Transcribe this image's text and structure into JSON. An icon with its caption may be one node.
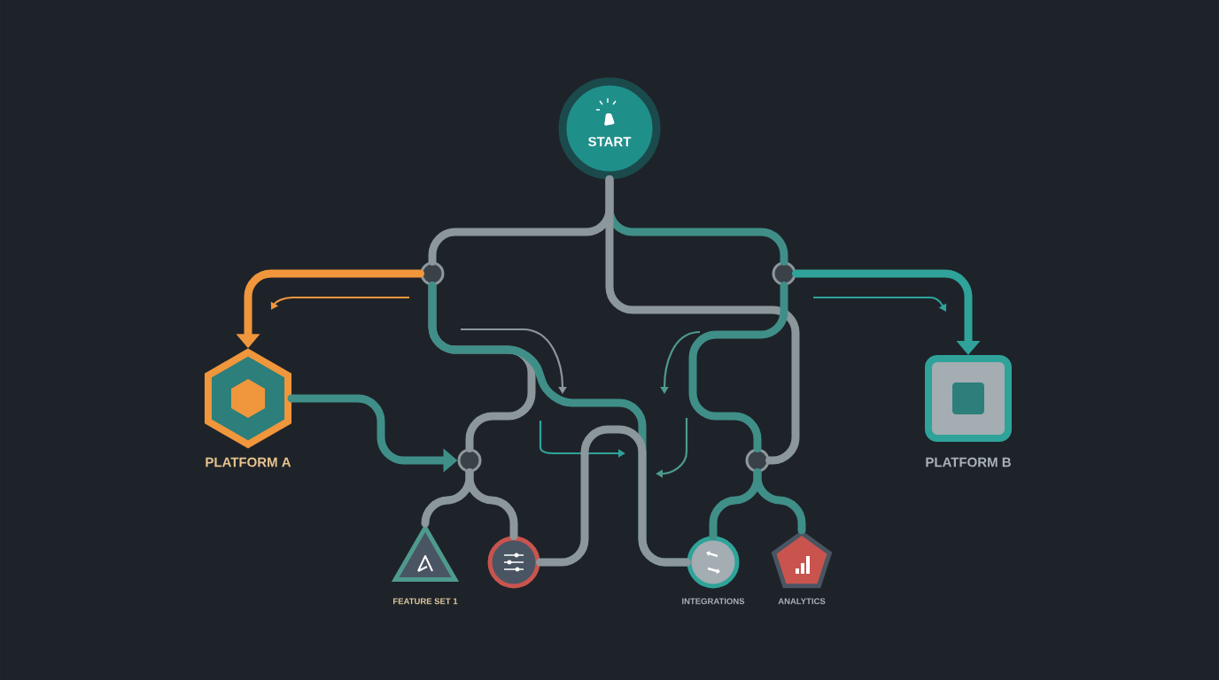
{
  "diagram": {
    "nodes": [
      {
        "text": [
          "START"
        ]
      },
      {
        "text": [],
        "shape": "circle"
      },
      {
        "text": [],
        "shape": "circle"
      },
      {
        "text": [
          "PLATFORM A"
        ]
      },
      {
        "text": [
          "PLATFORM B"
        ]
      },
      {
        "text": [],
        "shape": "circle"
      },
      {
        "text": [],
        "shape": "circle"
      },
      {
        "text": [
          "FEATURE SET 1"
        ]
      },
      {
        "text": [],
        "shape": "circle"
      },
      {
        "text": [
          "INTEGRATIONS"
        ]
      },
      {
        "text": [
          "ANALYTICS"
        ]
      }
    ],
    "edges": [
      {
        "from": 0,
        "to": 1,
        "arrow": "none"
      },
      {
        "from": 0,
        "to": 2,
        "arrow": "none",
        "color": "#3f8f88"
      },
      {
        "from": 1,
        "to": 3,
        "arrow": "to",
        "color": "#f0963c"
      },
      {
        "from": 2,
        "to": 4,
        "arrow": "to",
        "color": "#2fa39a"
      },
      {
        "from": 3,
        "to": 5,
        "arrow": "to",
        "color": "#3f8f88"
      },
      {
        "from": 1,
        "to": 5,
        "arrow": "none"
      },
      {
        "from": 5,
        "to": 7,
        "arrow": "none"
      },
      {
        "from": 5,
        "to": 8,
        "arrow": "none"
      },
      {
        "from": 1,
        "to": 9,
        "arrow": "none",
        "color": "#3f8f88"
      },
      {
        "from": 8,
        "to": 9,
        "arrow": "none"
      },
      {
        "from": 0,
        "to": 6,
        "arrow": "none"
      },
      {
        "from": 2,
        "to": 6,
        "arrow": "none",
        "color": "#3f8f88"
      },
      {
        "from": 6,
        "to": 9,
        "arrow": "none",
        "color": "#3f8f88"
      },
      {
        "from": 6,
        "to": 10,
        "arrow": "none",
        "color": "#3f8f88"
      }
    ]
  }
}
